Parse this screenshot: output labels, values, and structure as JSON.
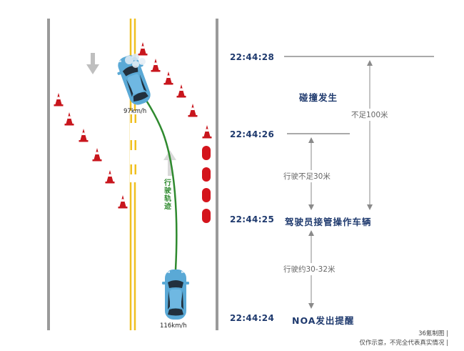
{
  "timeline": [
    {
      "time": "22:44:28"
    },
    {
      "time": "22:44:26"
    },
    {
      "time": "22:44:25"
    },
    {
      "time": "22:44:24"
    }
  ],
  "events": {
    "collision": "碰撞发生",
    "takeover": "驾驶员接管操作车辆",
    "noa_alert": "NOA发出提醒"
  },
  "distances": {
    "under_100m": "不足100米",
    "under_30m": "行驶不足30米",
    "about_30_32m": "行驶约30-32米"
  },
  "speeds": {
    "collision_car": "97km/h",
    "start_car": "116km/h"
  },
  "trajectory_label": "行驶轨迹",
  "footer": {
    "credit": "36氪制图 |",
    "disclaimer": "仅作示意，不完全代表真实情况 |"
  },
  "colors": {
    "navy_text": "#1f3a6e",
    "car_body": "#5aa9d6",
    "trajectory": "#2f8a2f",
    "cone": "#c8161d",
    "center_line": "#f0c020",
    "road_edge": "#9a9a9a"
  },
  "icons": [
    "car-icon",
    "traffic-cone-icon",
    "barrier-icon",
    "arrow-down-icon",
    "arrow-up-icon",
    "crash-burst-icon"
  ]
}
